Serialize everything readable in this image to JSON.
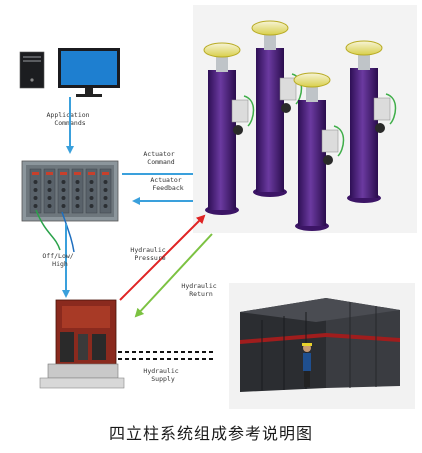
{
  "labels": {
    "application_commands": [
      "Application",
      "Commands"
    ],
    "actuator_command": [
      "Actuator",
      "Command"
    ],
    "actuator_feedback": [
      "Actuator",
      "Feedback"
    ],
    "off_low_high": [
      "Off/Low/",
      "High"
    ],
    "hydraulic_pressure": [
      "Hydraulic",
      "Pressure"
    ],
    "hydraulic_return": [
      "Hydraulic",
      "Return"
    ],
    "hydraulic_supply": [
      "Hydraulic",
      "Supply"
    ]
  },
  "caption": "四立柱系统组成参考说明图",
  "colors": {
    "signal_arrow": "#3aa0dc",
    "pressure_arrow": "#e02424",
    "return_arrow": "#7cc242",
    "column": "#4b1f7a",
    "pad": "#f0e050",
    "controller": "#707a80",
    "hpu_cabinet": "#2d2f33",
    "hsm_body": "#8a2a1e"
  },
  "icons": [
    "computer-icon",
    "controller-icon",
    "four-post-rig-icon",
    "hydraulic-service-manifold-icon",
    "hydraulic-power-unit-icon"
  ]
}
